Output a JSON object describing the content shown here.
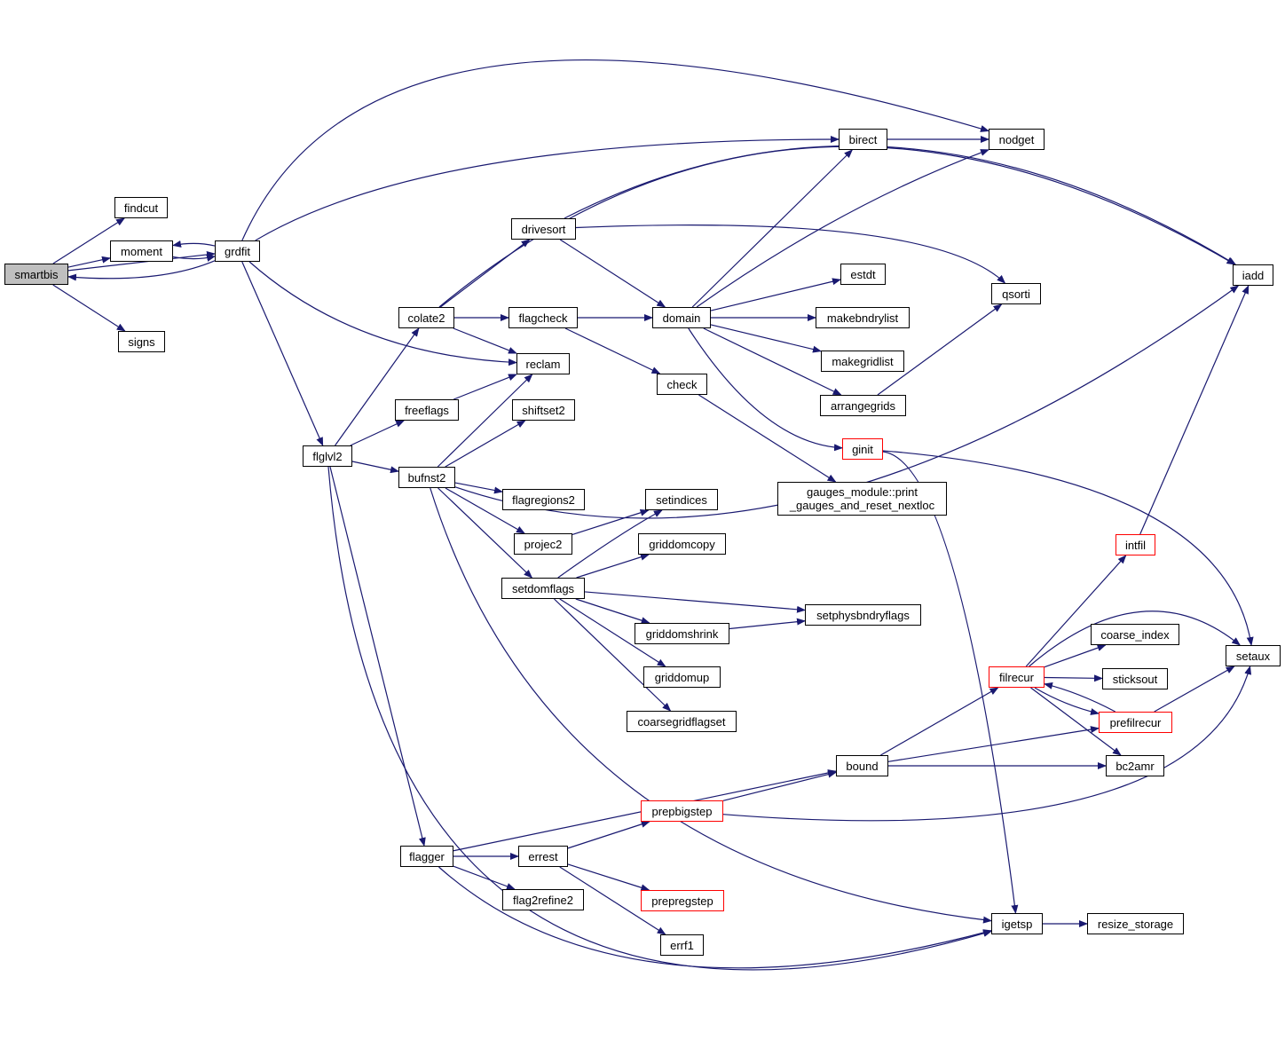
{
  "colors": {
    "edge": "#191970",
    "root_fill": "#bfbfbf",
    "incomplete_border": "#ff0000",
    "border": "#000000"
  },
  "nodes": [
    {
      "id": "smartbis",
      "label": "smartbis",
      "style": "root"
    },
    {
      "id": "findcut",
      "label": "findcut"
    },
    {
      "id": "moment",
      "label": "moment"
    },
    {
      "id": "signs",
      "label": "signs"
    },
    {
      "id": "grdfit",
      "label": "grdfit"
    },
    {
      "id": "flglvl2",
      "label": "flglvl2"
    },
    {
      "id": "colate2",
      "label": "colate2"
    },
    {
      "id": "freeflags",
      "label": "freeflags"
    },
    {
      "id": "bufnst2",
      "label": "bufnst2"
    },
    {
      "id": "drivesort",
      "label": "drivesort"
    },
    {
      "id": "flagcheck",
      "label": "flagcheck"
    },
    {
      "id": "reclam",
      "label": "reclam"
    },
    {
      "id": "shiftset2",
      "label": "shiftset2"
    },
    {
      "id": "flagregions2",
      "label": "flagregions2"
    },
    {
      "id": "projec2",
      "label": "projec2"
    },
    {
      "id": "setdomflags",
      "label": "setdomflags"
    },
    {
      "id": "flagger",
      "label": "flagger"
    },
    {
      "id": "errest",
      "label": "errest"
    },
    {
      "id": "flag2refine2",
      "label": "flag2refine2"
    },
    {
      "id": "errf1",
      "label": "errf1"
    },
    {
      "id": "prepbigstep",
      "label": "prepbigstep",
      "style": "red"
    },
    {
      "id": "prepregstep",
      "label": "prepregstep",
      "style": "red"
    },
    {
      "id": "birect",
      "label": "birect"
    },
    {
      "id": "domain",
      "label": "domain"
    },
    {
      "id": "check",
      "label": "check"
    },
    {
      "id": "gauges",
      "label": "gauges_module::print\n_gauges_and_reset_nextloc"
    },
    {
      "id": "estdt",
      "label": "estdt"
    },
    {
      "id": "makebndrylist",
      "label": "makebndrylist"
    },
    {
      "id": "makegridlist",
      "label": "makegridlist"
    },
    {
      "id": "arrangegrids",
      "label": "arrangegrids"
    },
    {
      "id": "ginit",
      "label": "ginit",
      "style": "red"
    },
    {
      "id": "setindices",
      "label": "setindices"
    },
    {
      "id": "griddomcopy",
      "label": "griddomcopy"
    },
    {
      "id": "griddomshrink",
      "label": "griddomshrink"
    },
    {
      "id": "griddomup",
      "label": "griddomup"
    },
    {
      "id": "coarsegridflagset",
      "label": "coarsegridflagset"
    },
    {
      "id": "setphysbndryflags",
      "label": "setphysbndryflags"
    },
    {
      "id": "bound",
      "label": "bound"
    },
    {
      "id": "nodget",
      "label": "nodget"
    },
    {
      "id": "qsorti",
      "label": "qsorti"
    },
    {
      "id": "iadd",
      "label": "iadd"
    },
    {
      "id": "intfil",
      "label": "intfil",
      "style": "red"
    },
    {
      "id": "coarse_index",
      "label": "coarse_index"
    },
    {
      "id": "setaux",
      "label": "setaux"
    },
    {
      "id": "filrecur",
      "label": "filrecur",
      "style": "red"
    },
    {
      "id": "sticksout",
      "label": "sticksout"
    },
    {
      "id": "prefilrecur",
      "label": "prefilrecur",
      "style": "red"
    },
    {
      "id": "bc2amr",
      "label": "bc2amr"
    },
    {
      "id": "igetsp",
      "label": "igetsp"
    },
    {
      "id": "resize_storage",
      "label": "resize_storage"
    }
  ],
  "edges": [
    [
      "smartbis",
      "findcut"
    ],
    [
      "smartbis",
      "moment"
    ],
    [
      "smartbis",
      "grdfit"
    ],
    [
      "smartbis",
      "signs"
    ],
    [
      "grdfit",
      "moment"
    ],
    [
      "grdfit",
      "smartbis"
    ],
    [
      "grdfit",
      "nodget"
    ],
    [
      "grdfit",
      "birect"
    ],
    [
      "grdfit",
      "reclam"
    ],
    [
      "grdfit",
      "flglvl2"
    ],
    [
      "moment",
      "grdfit"
    ],
    [
      "flglvl2",
      "colate2"
    ],
    [
      "flglvl2",
      "freeflags"
    ],
    [
      "flglvl2",
      "bufnst2"
    ],
    [
      "flglvl2",
      "flagger"
    ],
    [
      "flglvl2",
      "igetsp"
    ],
    [
      "colate2",
      "drivesort"
    ],
    [
      "colate2",
      "flagcheck"
    ],
    [
      "colate2",
      "reclam"
    ],
    [
      "colate2",
      "iadd"
    ],
    [
      "freeflags",
      "reclam"
    ],
    [
      "bufnst2",
      "reclam"
    ],
    [
      "bufnst2",
      "shiftset2"
    ],
    [
      "bufnst2",
      "flagregions2"
    ],
    [
      "bufnst2",
      "projec2"
    ],
    [
      "bufnst2",
      "setdomflags"
    ],
    [
      "bufnst2",
      "igetsp"
    ],
    [
      "bufnst2",
      "iadd"
    ],
    [
      "drivesort",
      "domain"
    ],
    [
      "drivesort",
      "qsorti"
    ],
    [
      "drivesort",
      "iadd"
    ],
    [
      "flagcheck",
      "domain"
    ],
    [
      "flagcheck",
      "check"
    ],
    [
      "domain",
      "birect"
    ],
    [
      "domain",
      "nodget"
    ],
    [
      "domain",
      "estdt"
    ],
    [
      "domain",
      "makebndrylist"
    ],
    [
      "domain",
      "makegridlist"
    ],
    [
      "domain",
      "arrangegrids"
    ],
    [
      "domain",
      "ginit"
    ],
    [
      "check",
      "gauges"
    ],
    [
      "arrangegrids",
      "qsorti"
    ],
    [
      "birect",
      "nodget"
    ],
    [
      "ginit",
      "igetsp"
    ],
    [
      "ginit",
      "setaux"
    ],
    [
      "projec2",
      "setindices"
    ],
    [
      "setdomflags",
      "setindices"
    ],
    [
      "setdomflags",
      "griddomcopy"
    ],
    [
      "setdomflags",
      "griddomshrink"
    ],
    [
      "setdomflags",
      "setphysbndryflags"
    ],
    [
      "setdomflags",
      "griddomup"
    ],
    [
      "setdomflags",
      "coarsegridflagset"
    ],
    [
      "griddomshrink",
      "setphysbndryflags"
    ],
    [
      "flagger",
      "errest"
    ],
    [
      "flagger",
      "flag2refine2"
    ],
    [
      "flagger",
      "bound"
    ],
    [
      "flagger",
      "igetsp"
    ],
    [
      "errest",
      "prepbigstep"
    ],
    [
      "errest",
      "prepregstep"
    ],
    [
      "errest",
      "errf1"
    ],
    [
      "prepbigstep",
      "bound"
    ],
    [
      "prepbigstep",
      "setaux"
    ],
    [
      "bound",
      "filrecur"
    ],
    [
      "bound",
      "prefilrecur"
    ],
    [
      "bound",
      "bc2amr"
    ],
    [
      "filrecur",
      "intfil"
    ],
    [
      "filrecur",
      "setaux"
    ],
    [
      "filrecur",
      "coarse_index"
    ],
    [
      "filrecur",
      "sticksout"
    ],
    [
      "filrecur",
      "prefilrecur"
    ],
    [
      "filrecur",
      "bc2amr"
    ],
    [
      "prefilrecur",
      "filrecur"
    ],
    [
      "prefilrecur",
      "setaux"
    ],
    [
      "intfil",
      "iadd"
    ],
    [
      "igetsp",
      "resize_storage"
    ]
  ]
}
